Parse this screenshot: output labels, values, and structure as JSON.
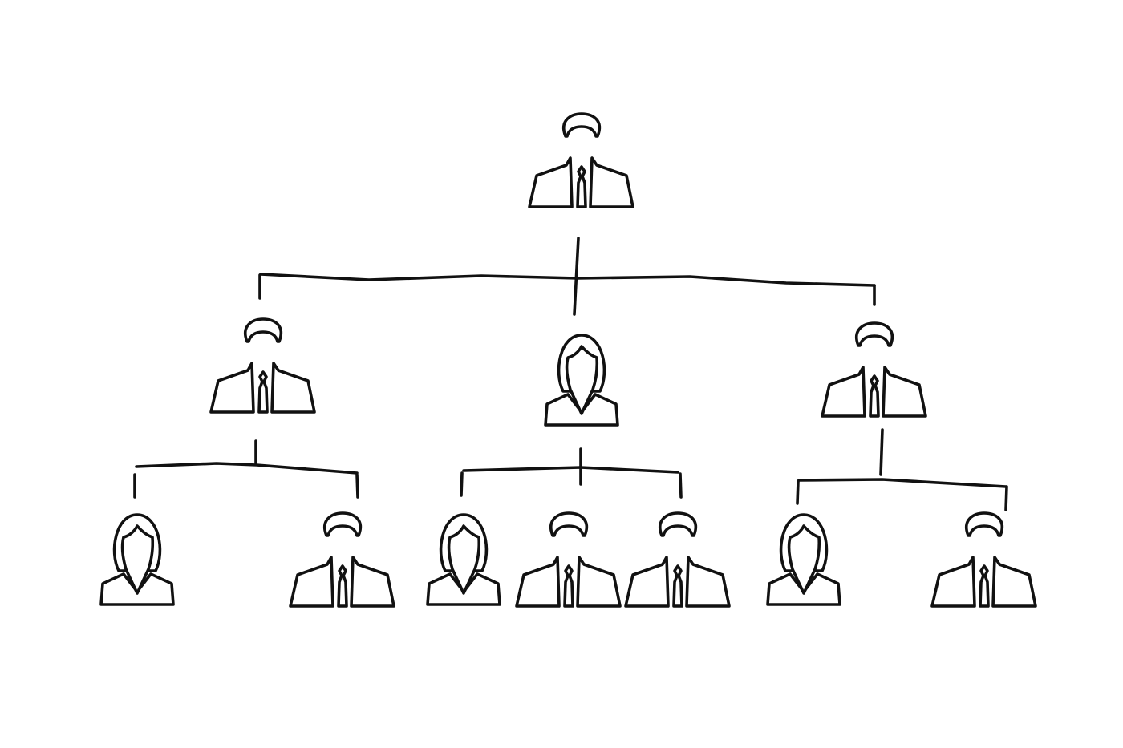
{
  "diagram": {
    "type": "org-chart",
    "style": "hand-drawn line art",
    "stroke_color": "#111111",
    "background": "#ffffff",
    "levels": [
      {
        "level": 1,
        "people": [
          "man"
        ]
      },
      {
        "level": 2,
        "people": [
          "man",
          "woman",
          "man"
        ]
      },
      {
        "level": 3,
        "people": [
          "woman",
          "man",
          "woman",
          "man",
          "man",
          "woman",
          "man"
        ]
      }
    ],
    "reports": {
      "level1-man": [
        "level2-man-left",
        "level2-woman",
        "level2-man-right"
      ],
      "level2-man-left": [
        "woman",
        "man"
      ],
      "level2-woman": [
        "woman",
        "man",
        "man"
      ],
      "level2-man-right": [
        "woman",
        "man"
      ]
    }
  }
}
